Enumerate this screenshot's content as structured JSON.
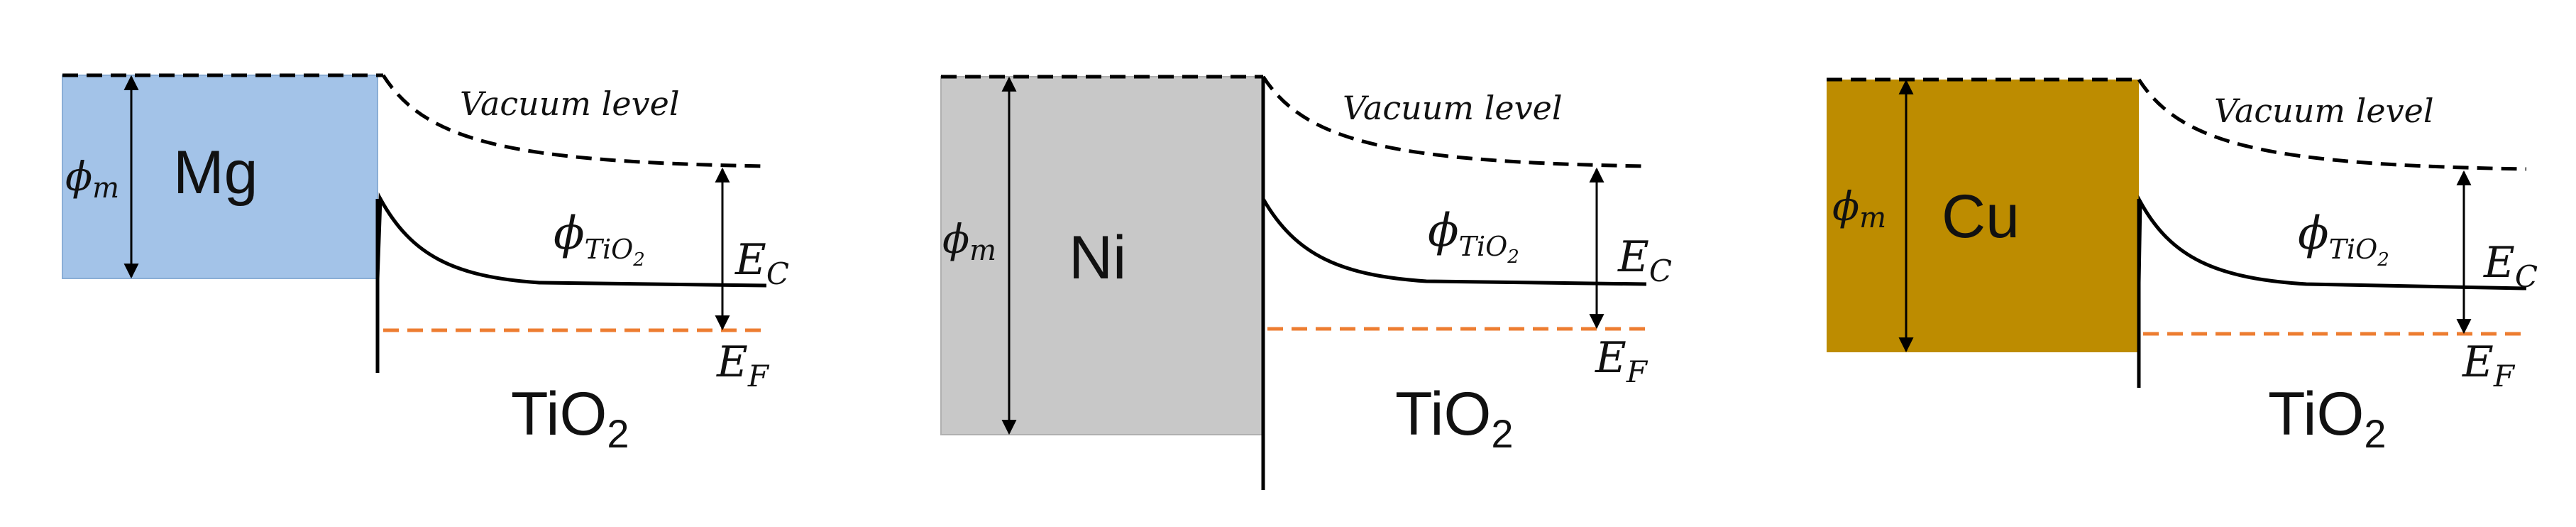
{
  "panels": [
    {
      "metal": "Mg",
      "metal_color": "#a3c3e8",
      "phi_m": {
        "base": "ϕ",
        "sub": "m"
      },
      "vacuum_label": "Vacuum level",
      "phi_tio2": {
        "base": "ϕ",
        "sub": "TiO",
        "subsub": "2"
      },
      "ec": {
        "base": "E",
        "sub": "C"
      },
      "ef": {
        "base": "E",
        "sub": "F"
      },
      "semiconductor": {
        "base": "TiO",
        "sub": "2"
      }
    },
    {
      "metal": "Ni",
      "metal_color": "#c8c8c8",
      "phi_m": {
        "base": "ϕ",
        "sub": "m"
      },
      "vacuum_label": "Vacuum level",
      "phi_tio2": {
        "base": "ϕ",
        "sub": "TiO",
        "subsub": "2"
      },
      "ec": {
        "base": "E",
        "sub": "C"
      },
      "ef": {
        "base": "E",
        "sub": "F"
      },
      "semiconductor": {
        "base": "TiO",
        "sub": "2"
      }
    },
    {
      "metal": "Cu",
      "metal_color": "#bd8c00",
      "phi_m": {
        "base": "ϕ",
        "sub": "m"
      },
      "vacuum_label": "Vacuum level",
      "phi_tio2": {
        "base": "ϕ",
        "sub": "TiO",
        "subsub": "2"
      },
      "ec": {
        "base": "E",
        "sub": "C"
      },
      "ef": {
        "base": "E",
        "sub": "F"
      },
      "semiconductor": {
        "base": "TiO",
        "sub": "2"
      }
    }
  ],
  "colors": {
    "fermi_line": "#ed7d31",
    "line": "#000000"
  }
}
